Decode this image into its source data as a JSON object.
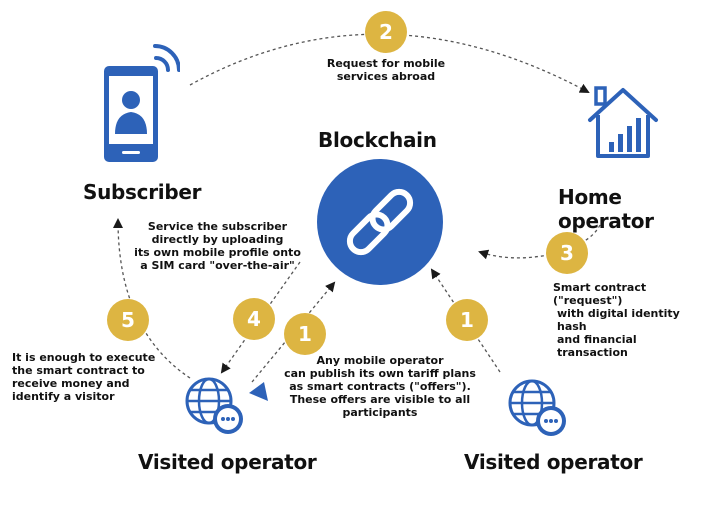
{
  "colors": {
    "badge": "#DDB542",
    "blue": "#2D62B8",
    "arrow": "#555555"
  },
  "blockchain": {
    "label": "Blockchain",
    "icon": "chain-link-icon"
  },
  "subscriber": {
    "label": "Subscriber",
    "icon": "smartphone-user-icon"
  },
  "home_operator": {
    "label": "Home operator",
    "icon": "house-signal-icon"
  },
  "visited_left": {
    "label": "Visited operator",
    "icon": "globe-gear-icon"
  },
  "visited_right": {
    "label": "Visited operator",
    "icon": "globe-gear-icon"
  },
  "steps": [
    {
      "number": "2",
      "text": [
        "Request for mobile",
        "services abroad"
      ]
    },
    {
      "number": "3",
      "text": [
        "Smart contract (\"request\")",
        "with digital identity hash",
        "and financial transaction"
      ]
    },
    {
      "number": "4",
      "text": [
        "Service the subscriber",
        "directly by uploading",
        "its own mobile profile onto",
        "a SIM card \"over-the-air\""
      ]
    },
    {
      "number": "5",
      "text": [
        "It is enough to execute",
        "the smart contract to",
        "receive money and",
        "identify a visitor"
      ]
    },
    {
      "number": "1",
      "text": [
        "Any mobile operator",
        "can publish its own tariff plans",
        "as smart contracts (\"offers\").",
        "These offers are visible to all",
        "participants"
      ]
    },
    {
      "number": "1",
      "text": []
    }
  ]
}
